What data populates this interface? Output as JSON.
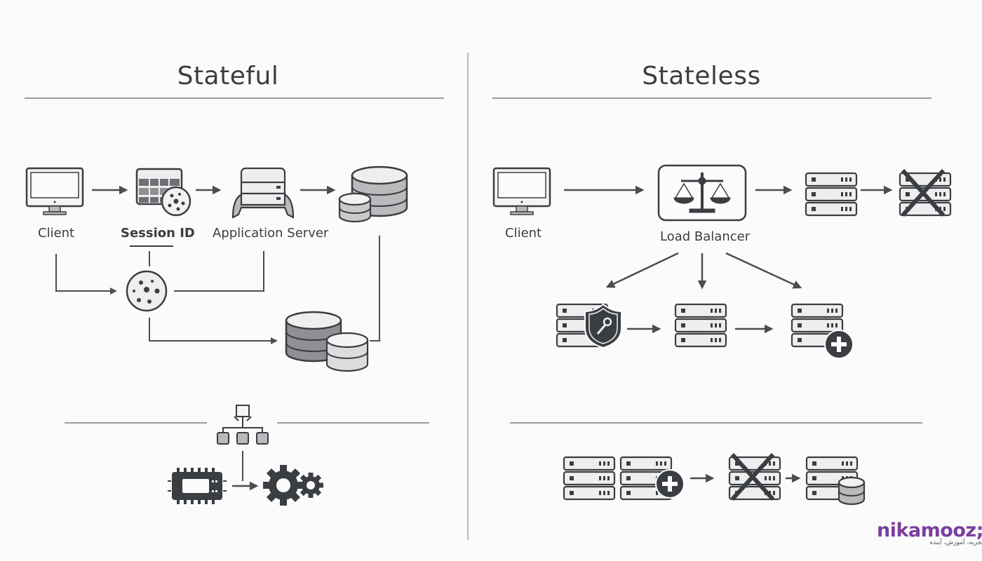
{
  "colors": {
    "background": "#fbfbfb",
    "ink": "#3a3d42",
    "light_fill": "#eeeeee",
    "mid_fill": "#b9babb",
    "dark_fill": "#8e9093",
    "brand": "#7b3f9e"
  },
  "stateful": {
    "title": "Stateful",
    "nodes": [
      {
        "id": "client",
        "label": "Client",
        "icon": "monitor-icon"
      },
      {
        "id": "session",
        "label": "Session ID",
        "icon": "session-table-cookie-icon"
      },
      {
        "id": "app-server",
        "label": "Application Server",
        "icon": "server-stack-icon"
      },
      {
        "id": "database-top",
        "label": "",
        "icon": "database-icon"
      },
      {
        "id": "cookie",
        "label": "",
        "icon": "cookie-icon"
      },
      {
        "id": "database-bottom",
        "label": "",
        "icon": "database-icon"
      }
    ],
    "footer_icons": [
      "hierarchy-icon",
      "chip-icon",
      "gears-icon"
    ]
  },
  "stateless": {
    "title": "Stateless",
    "nodes": [
      {
        "id": "client",
        "label": "Client",
        "icon": "monitor-icon"
      },
      {
        "id": "load-balancer",
        "label": "Load Balancer",
        "icon": "scales-icon"
      },
      {
        "id": "server-1",
        "label": "",
        "icon": "server-rack-icon"
      },
      {
        "id": "server-failed",
        "label": "",
        "icon": "server-rack-failed-icon"
      },
      {
        "id": "server-secure",
        "label": "",
        "icon": "server-rack-shield-icon"
      },
      {
        "id": "server-2",
        "label": "",
        "icon": "server-rack-icon"
      },
      {
        "id": "server-add",
        "label": "",
        "icon": "server-rack-add-icon"
      }
    ],
    "footer_icons": [
      "server-rack-icon",
      "server-rack-add-icon",
      "server-rack-failed-icon",
      "server-rack-database-icon"
    ]
  },
  "branding": {
    "logo_text": "nikamooz;",
    "tagline": "تجربه، آموزش، آینده"
  }
}
